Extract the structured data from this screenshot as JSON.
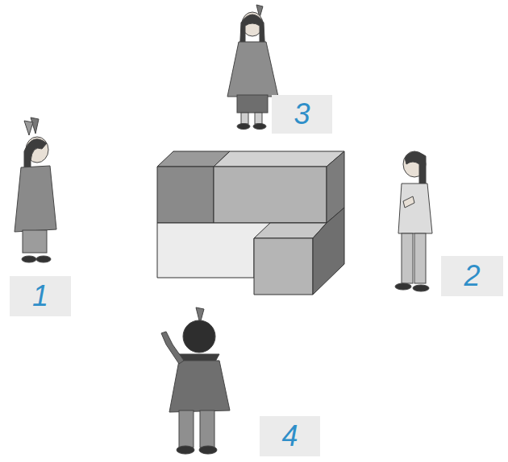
{
  "diagram": {
    "nodes": [
      {
        "text": [
          "3"
        ]
      },
      {
        "text": [
          "2"
        ]
      },
      {
        "text": [
          "1"
        ]
      },
      {
        "text": [
          "4"
        ]
      }
    ]
  }
}
